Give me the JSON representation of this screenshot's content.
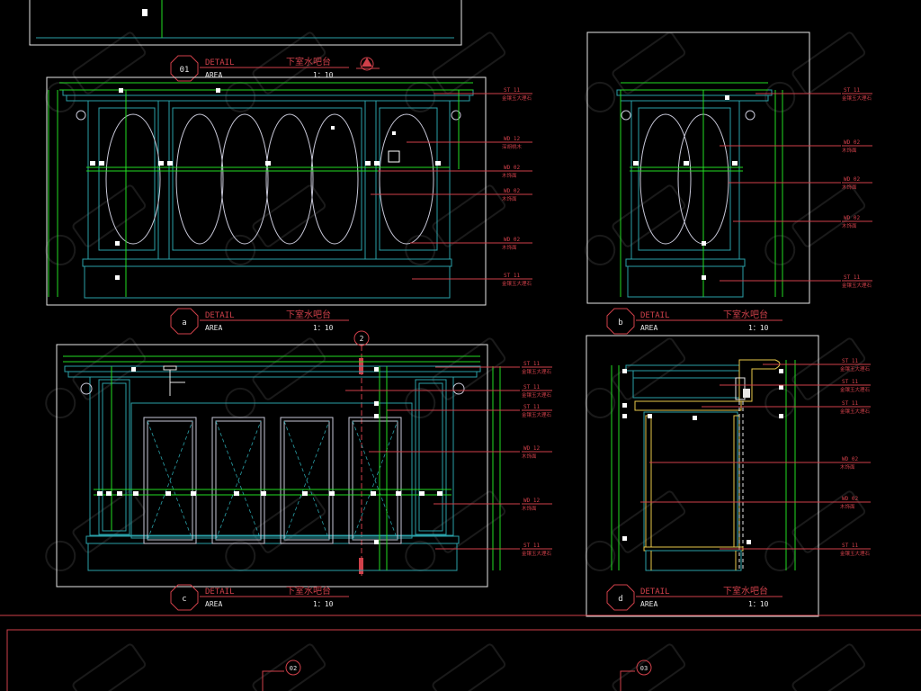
{
  "colors": {
    "background": "#000000",
    "frame": "#e6e6e6",
    "cabinet": "#2aa0a8",
    "ornament": "#c8c8d8",
    "dimension": "#22dd22",
    "leader": "#d0404a",
    "accent": "#e8c84a"
  },
  "detail_word": "DETAIL",
  "area_word": "AREA",
  "drawing_title": "下室水吧台",
  "scale_text": "1：10",
  "views": [
    {
      "marker": "01",
      "title": "下室水吧台",
      "scale": "1：10"
    },
    {
      "marker": "a",
      "title": "下室水吧台",
      "scale": "1：10"
    },
    {
      "marker": "b",
      "title": "下室水吧台",
      "scale": "1：10"
    },
    {
      "marker": "c",
      "title": "下室水吧台",
      "scale": "1：10"
    },
    {
      "marker": "d",
      "title": "下室水吧台",
      "scale": "1：10"
    }
  ],
  "section_marker": "2",
  "notes_a": [
    {
      "code": "ST 11",
      "desc": "金镶玉大理石"
    },
    {
      "code": "WD 12",
      "desc": "深胡桃木"
    },
    {
      "code": "WD 02",
      "desc": "木饰面"
    },
    {
      "code": "WD 02",
      "desc": "木饰面"
    },
    {
      "code": "WD 02",
      "desc": "木饰面"
    },
    {
      "code": "ST 11",
      "desc": "金镶玉大理石"
    }
  ],
  "notes_b": [
    {
      "code": "ST 11",
      "desc": "金镶玉大理石"
    },
    {
      "code": "WD 02",
      "desc": "木饰面"
    },
    {
      "code": "WD 02",
      "desc": "木饰面"
    },
    {
      "code": "WD 02",
      "desc": "木饰面"
    },
    {
      "code": "ST 11",
      "desc": "金镶玉大理石"
    }
  ],
  "notes_c": [
    {
      "code": "ST 11",
      "desc": "金镶玉大理石"
    },
    {
      "code": "ST 11",
      "desc": "金镶玉大理石"
    },
    {
      "code": "ST 11",
      "desc": "金镶玉大理石"
    },
    {
      "code": "WD 12",
      "desc": "木饰面"
    },
    {
      "code": "WD 12",
      "desc": "木饰面"
    },
    {
      "code": "ST 11",
      "desc": "金镶玉大理石"
    }
  ],
  "notes_d": [
    {
      "code": "ST 11",
      "desc": "金镶玉大理石"
    },
    {
      "code": "ST 11",
      "desc": "金镶玉大理石"
    },
    {
      "code": "ST 11",
      "desc": "金镶玉大理石"
    },
    {
      "code": "WD 02",
      "desc": "木饰面"
    },
    {
      "code": "WD 02",
      "desc": "木饰面"
    },
    {
      "code": "ST 11",
      "desc": "金镶玉大理石"
    }
  ],
  "bottom_markers": [
    "02",
    "03"
  ]
}
